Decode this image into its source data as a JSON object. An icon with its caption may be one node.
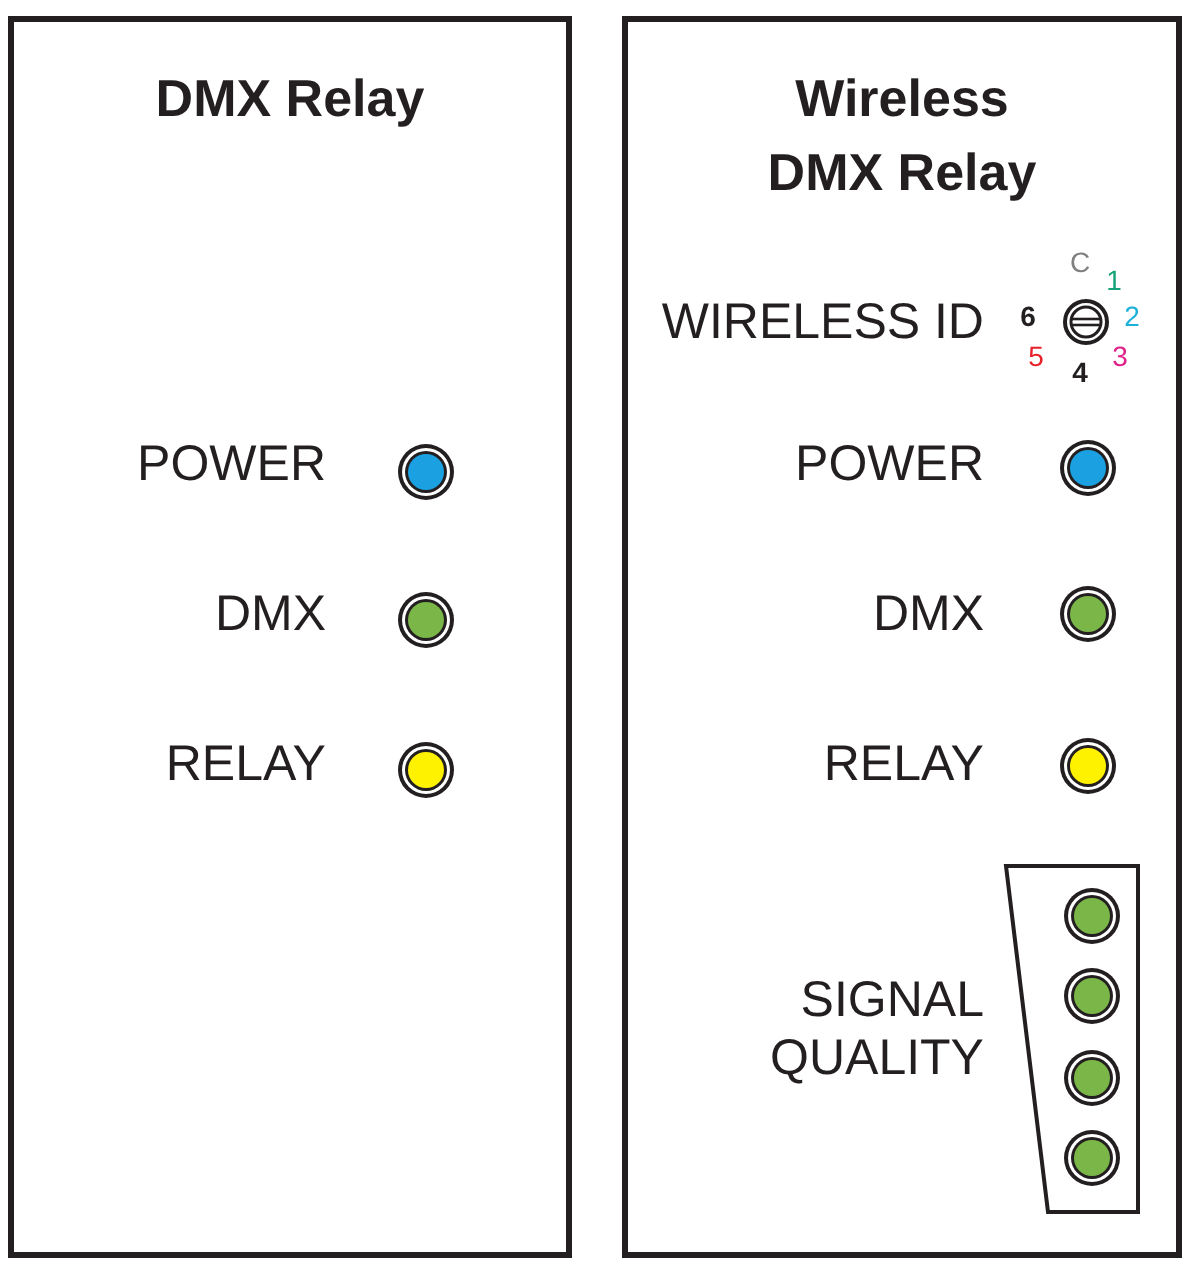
{
  "diagram": {
    "nodes": [
      {
        "text": [
          "DMX Relay"
        ]
      },
      {
        "text": [],
        "shape": "circle",
        "in": 0
      },
      {
        "text": [],
        "shape": "circle",
        "in": 0
      },
      {
        "text": [],
        "shape": "circle",
        "in": 0
      },
      {
        "text": [
          "Wireless DMX Relay"
        ]
      },
      {
        "text": [],
        "shape": "circle",
        "in": 4
      },
      {
        "text": [],
        "shape": "circle",
        "in": 4
      },
      {
        "text": [],
        "shape": "circle",
        "in": 4
      },
      {
        "text": [],
        "shape": "circle",
        "in": 4
      },
      {
        "text": [],
        "shape": "box",
        "in": 4
      },
      {
        "text": [],
        "shape": "circle",
        "in": 9
      },
      {
        "text": [],
        "shape": "circle",
        "in": 9
      },
      {
        "text": [],
        "shape": "circle",
        "in": 9
      },
      {
        "text": [],
        "shape": "circle",
        "in": 9
      }
    ],
    "labels": [
      "POWER",
      "DMX",
      "RELAY",
      "WIRELESS ID",
      "C",
      "1",
      "6",
      "2",
      "5",
      "3",
      "4",
      "POWER",
      "DMX",
      "RELAY",
      "SIGNAL QUALITY"
    ]
  }
}
